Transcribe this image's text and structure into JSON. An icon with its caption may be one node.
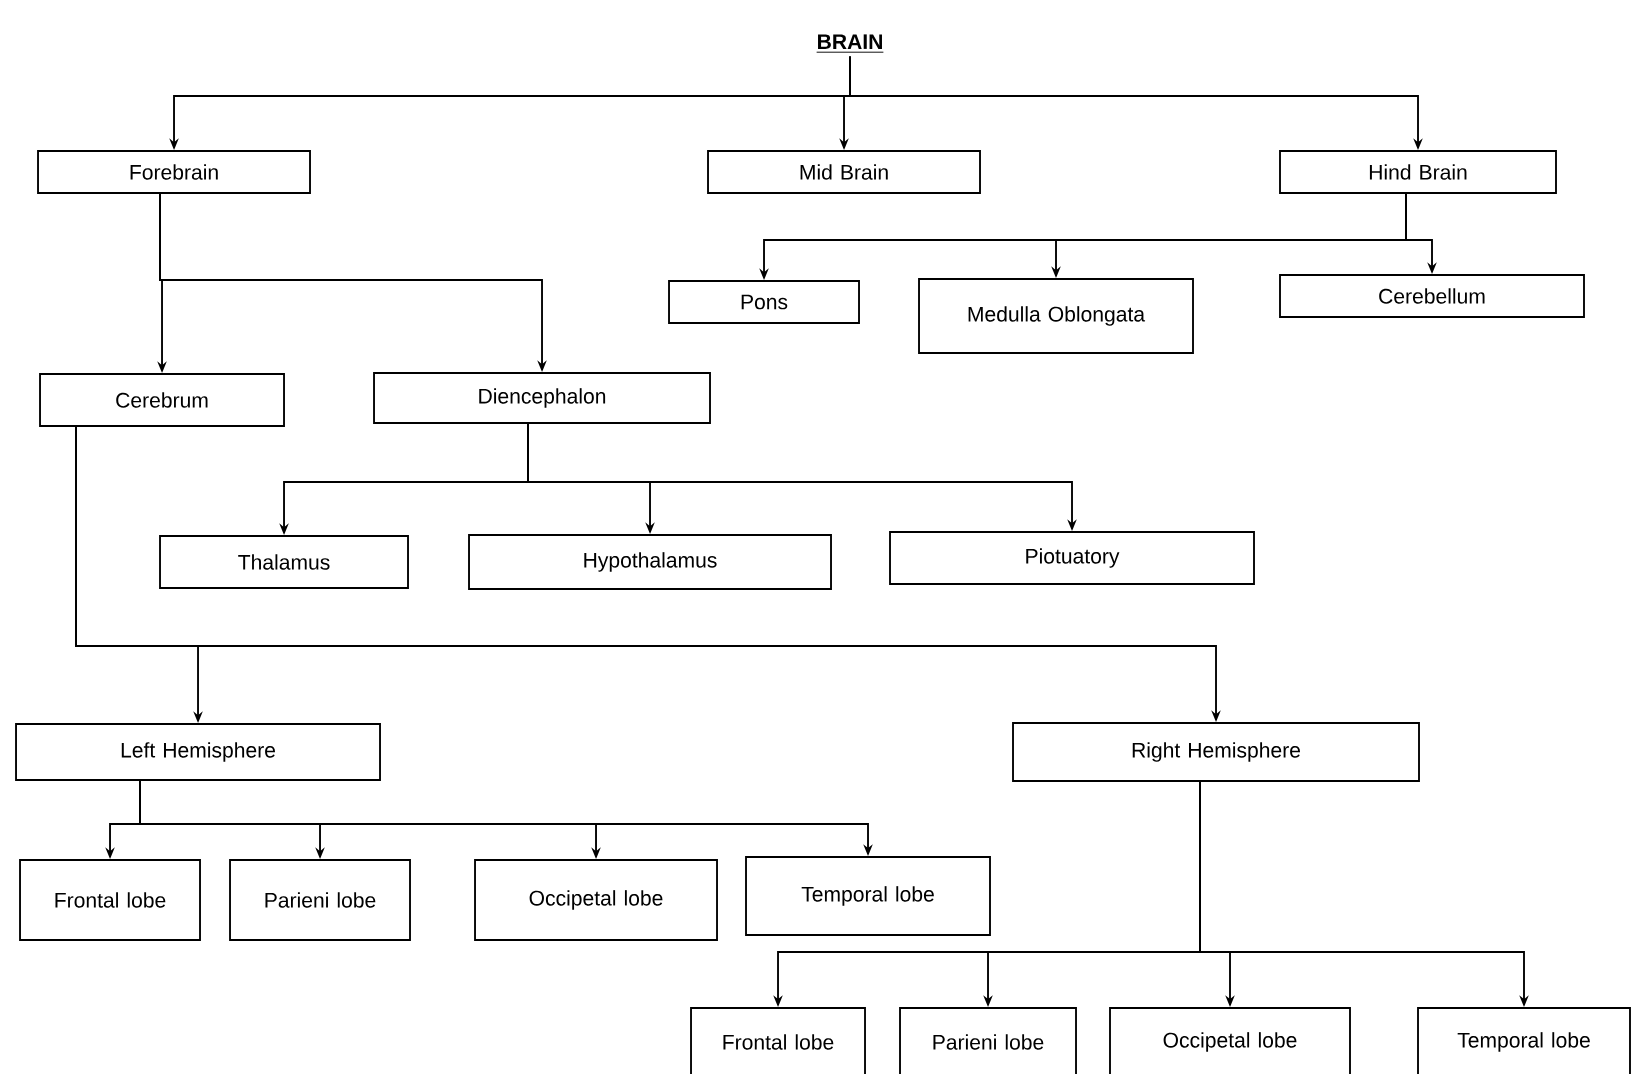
{
  "diagram": {
    "nodes": [
      {
        "text": [
          "BRAIN"
        ]
      },
      {
        "text": [
          "Forebrain"
        ]
      },
      {
        "text": [
          "Mid Brain"
        ]
      },
      {
        "text": [
          "Hind Brain"
        ]
      },
      {
        "text": [
          "Pons"
        ]
      },
      {
        "text": [
          "Medulla Oblongata"
        ]
      },
      {
        "text": [
          "Cerebellum"
        ]
      },
      {
        "text": [
          "Cerebrum"
        ]
      },
      {
        "text": [
          "Diencephalon"
        ]
      },
      {
        "text": [
          "Thalamus"
        ]
      },
      {
        "text": [
          "Hypothalamus"
        ]
      },
      {
        "text": [
          "Piotuatory"
        ]
      },
      {
        "text": [
          "Left Hemisphere"
        ]
      },
      {
        "text": [
          "Right Hemisphere"
        ]
      },
      {
        "text": [
          "Frontal lobe"
        ]
      },
      {
        "text": [
          "Parieni lobe"
        ]
      },
      {
        "text": [
          "Occipetal lobe"
        ]
      },
      {
        "text": [
          "Temporal lobe"
        ]
      },
      {
        "text": [
          "Frontal lobe"
        ]
      },
      {
        "text": [
          "Parieni lobe"
        ]
      },
      {
        "text": [
          "Occipetal lobe"
        ]
      },
      {
        "text": [
          "Temporal lobe"
        ]
      }
    ],
    "edges": [
      {
        "from": 0,
        "to": 1,
        "arrow": "to"
      },
      {
        "from": 0,
        "to": 2,
        "arrow": "to"
      },
      {
        "from": 0,
        "to": 3,
        "arrow": "to"
      },
      {
        "from": 3,
        "to": 4,
        "arrow": "to"
      },
      {
        "from": 3,
        "to": 5,
        "arrow": "to"
      },
      {
        "from": 3,
        "to": 6,
        "arrow": "to"
      },
      {
        "from": 1,
        "to": 7,
        "arrow": "to"
      },
      {
        "from": 1,
        "to": 8,
        "arrow": "to"
      },
      {
        "from": 8,
        "to": 9,
        "arrow": "to"
      },
      {
        "from": 8,
        "to": 10,
        "arrow": "to"
      },
      {
        "from": 8,
        "to": 11,
        "arrow": "to"
      },
      {
        "from": 7,
        "to": 12,
        "arrow": "to"
      },
      {
        "from": 7,
        "to": 13,
        "arrow": "to"
      },
      {
        "from": 12,
        "to": 14,
        "arrow": "to"
      },
      {
        "from": 12,
        "to": 15,
        "arrow": "to"
      },
      {
        "from": 12,
        "to": 16,
        "arrow": "to"
      },
      {
        "from": 12,
        "to": 17,
        "arrow": "to"
      },
      {
        "from": 13,
        "to": 18,
        "arrow": "to"
      },
      {
        "from": 13,
        "to": 19,
        "arrow": "to"
      },
      {
        "from": 13,
        "to": 20,
        "arrow": "to"
      },
      {
        "from": 13,
        "to": 21,
        "arrow": "to"
      }
    ]
  }
}
